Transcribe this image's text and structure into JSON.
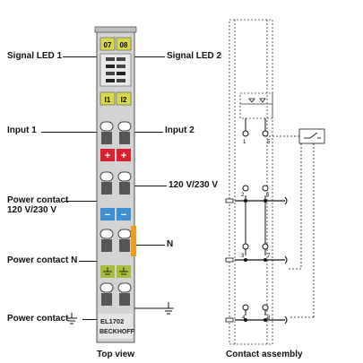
{
  "labels": {
    "signal_led_1": "Signal LED 1",
    "signal_led_2": "Signal LED 2",
    "input_1": "Input 1",
    "input_2": "Input 2",
    "voltage_right": "120 V/230 V",
    "power_contact_1": "Power contact\n120 V/230 V",
    "n_label": "N",
    "power_contact_n": "Power contact N",
    "power_contact_pe": "Power contact"
  },
  "module": {
    "led_07": "07",
    "led_08": "08",
    "led_i1": "I1",
    "led_i2": "I2",
    "plus_left": "+",
    "plus_right": "+",
    "minus_left": "−",
    "minus_right": "−",
    "model": "EL1702",
    "brand": "BECKHOFF"
  },
  "contacts": {
    "pins": [
      "1",
      "5",
      "2",
      "6",
      "3",
      "7",
      "4",
      "8"
    ]
  },
  "captions": {
    "top_view": "Top view",
    "contact_assembly": "Contact assembly"
  },
  "colors": {
    "led_yellow": "#d9d84a",
    "red": "#d6232f",
    "blue": "#3f8fd4",
    "orange": "#f39a1e",
    "green_yellow": "#a7bf3b",
    "module_grey": "#d3d3d3"
  }
}
